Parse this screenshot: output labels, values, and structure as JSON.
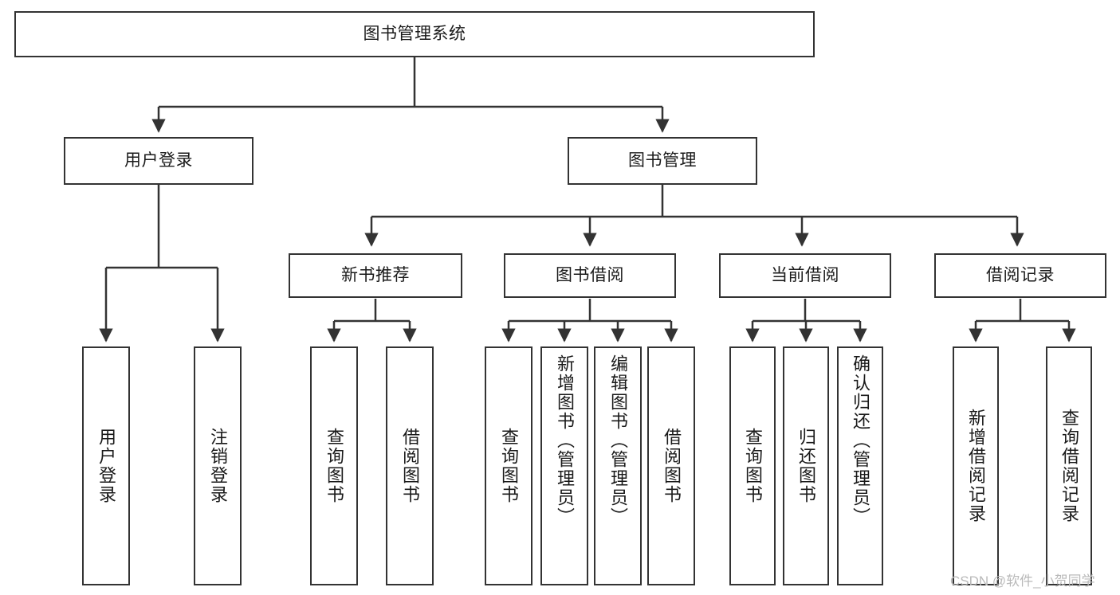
{
  "diagram": {
    "title": "图书管理系统",
    "type": "功能结构图",
    "watermark": "CSDN @软件_小贺同学",
    "colors": {
      "stroke": "#333333",
      "fill": "#ffffff",
      "text": "#1a1a1a",
      "watermark": "#b9b9b9"
    },
    "nodes": {
      "root": {
        "label": "图书管理系统",
        "orientation": "horizontal"
      },
      "level1": [
        {
          "id": "user-login",
          "label": "用户登录",
          "orientation": "horizontal"
        },
        {
          "id": "book-management",
          "label": "图书管理",
          "orientation": "horizontal"
        }
      ],
      "level2": [
        {
          "id": "new-book-recommend",
          "label": "新书推荐",
          "orientation": "horizontal"
        },
        {
          "id": "book-borrow",
          "label": "图书借阅",
          "orientation": "horizontal"
        },
        {
          "id": "current-borrow",
          "label": "当前借阅",
          "orientation": "horizontal"
        },
        {
          "id": "borrow-record",
          "label": "借阅记录",
          "orientation": "horizontal"
        }
      ],
      "leaves": [
        {
          "id": "leaf-user-login",
          "label": "用户登录",
          "parent": "user-login",
          "orientation": "vertical",
          "align": "mid"
        },
        {
          "id": "leaf-logout",
          "label": "注销登录",
          "parent": "user-login",
          "orientation": "vertical",
          "align": "mid"
        },
        {
          "id": "leaf-query-book-1",
          "label": "查询图书",
          "parent": "new-book-recommend",
          "orientation": "vertical",
          "align": "mid"
        },
        {
          "id": "leaf-borrow-book-1",
          "label": "借阅图书",
          "parent": "new-book-recommend",
          "orientation": "vertical",
          "align": "mid"
        },
        {
          "id": "leaf-query-book-2",
          "label": "查询图书",
          "parent": "book-borrow",
          "orientation": "vertical",
          "align": "mid"
        },
        {
          "id": "leaf-add-book",
          "label": "新增图书（管理员）",
          "parent": "book-borrow",
          "orientation": "vertical",
          "align": "top"
        },
        {
          "id": "leaf-edit-book",
          "label": "编辑图书（管理员）",
          "parent": "book-borrow",
          "orientation": "vertical",
          "align": "top"
        },
        {
          "id": "leaf-borrow-book-2",
          "label": "借阅图书",
          "parent": "book-borrow",
          "orientation": "vertical",
          "align": "mid"
        },
        {
          "id": "leaf-query-book-3",
          "label": "查询图书",
          "parent": "current-borrow",
          "orientation": "vertical",
          "align": "mid"
        },
        {
          "id": "leaf-return-book",
          "label": "归还图书",
          "parent": "current-borrow",
          "orientation": "vertical",
          "align": "mid"
        },
        {
          "id": "leaf-confirm-return",
          "label": "确认归还（管理员）",
          "parent": "current-borrow",
          "orientation": "vertical",
          "align": "top"
        },
        {
          "id": "leaf-add-record",
          "label": "新增借阅记录",
          "parent": "borrow-record",
          "orientation": "vertical",
          "align": "mid"
        },
        {
          "id": "leaf-query-record",
          "label": "查询借阅记录",
          "parent": "borrow-record",
          "orientation": "vertical",
          "align": "mid"
        }
      ]
    }
  }
}
